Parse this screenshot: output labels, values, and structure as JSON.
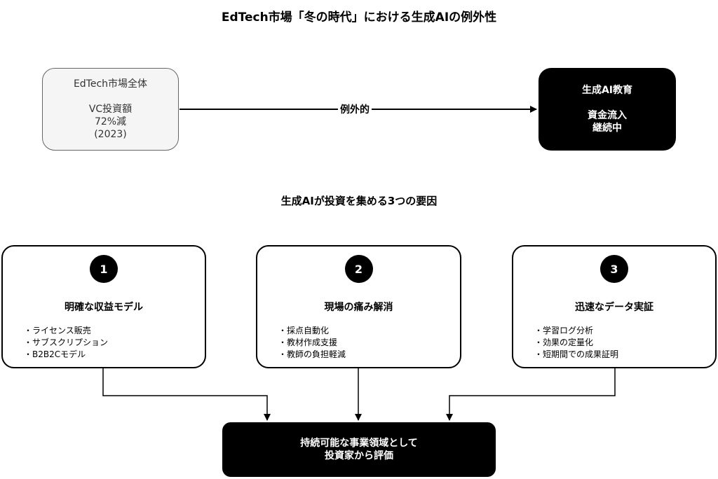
{
  "title": "EdTech市場「冬の時代」における生成AIの例外性",
  "market_box": {
    "lines": [
      "EdTech市場全体",
      "",
      "VC投資額",
      "72%減",
      "(2023)"
    ]
  },
  "edge_label": "例外的",
  "genai_box": {
    "lines": [
      "生成AI教育",
      "",
      "資金流入",
      "継続中"
    ]
  },
  "subtitle": "生成AIが投資を集める3つの要因",
  "factors": [
    {
      "number": "1",
      "title": "明確な収益モデル",
      "items": [
        "・ライセンス販売",
        "・サブスクリプション",
        "・B2B2Cモデル"
      ]
    },
    {
      "number": "2",
      "title": "現場の痛み解消",
      "items": [
        "・採点自動化",
        "・教材作成支援",
        "・教師の負担軽減"
      ]
    },
    {
      "number": "3",
      "title": "迅速なデータ実証",
      "items": [
        "・学習ログ分析",
        "・効果の定量化",
        "・短期間での成果証明"
      ]
    }
  ],
  "result_box": {
    "lines": [
      "持続可能な事業領域として",
      "投資家から評価"
    ]
  }
}
